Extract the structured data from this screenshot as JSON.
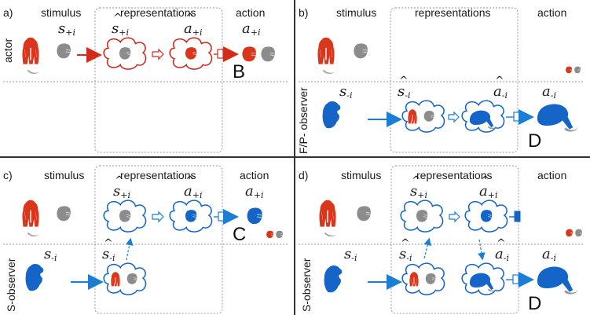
{
  "colors": {
    "actor_red": "#d9361b",
    "observer_blue": "#1565c9",
    "gray": "#8c8c8c",
    "arrow_red": "#d32a1a",
    "arrow_blue": "#1a7fd4",
    "dotted": "#9a9a9a",
    "divider": "#333333"
  },
  "column_labels": {
    "stimulus": "stimulus",
    "representations": "representations",
    "action": "action"
  },
  "row_labels": {
    "actor": "actor",
    "fp_observer": "F/P- observer",
    "s_observer": "S-observer"
  },
  "symbols": {
    "s_plus": "s",
    "s_minus": "s",
    "a_plus": "a",
    "a_minus": "a",
    "sub_plus": "+i",
    "sub_minus": "-i"
  },
  "panels": [
    {
      "id": "a",
      "tag": "a)",
      "outcome_letter": "B",
      "icons": [
        "chimp-red-icon",
        "gray-face-icon",
        "banana-icon",
        "cloud-gray-face",
        "cloud-red-face",
        "red-face-action",
        "gray-face-action"
      ]
    },
    {
      "id": "b",
      "tag": "b)",
      "outcome_letter": "D",
      "icons": [
        "chimp-red-icon",
        "gray-face-icon",
        "banana-icon",
        "chimp-blue-icon",
        "cloud-red-chimp-gray-face",
        "cloud-blue-chimp-banana",
        "blue-chimp-banana-action",
        "mini-red-gray-faces"
      ]
    },
    {
      "id": "c",
      "tag": "c)",
      "outcome_letter": "C",
      "icons": [
        "chimp-red-icon",
        "gray-face-icon",
        "banana-icon",
        "chimp-blue-icon",
        "cloud-gray-face",
        "cloud-blue-face",
        "blue-face-action",
        "cloud-red-chimp-gray-face",
        "mini-red-gray-faces"
      ]
    },
    {
      "id": "d",
      "tag": "d)",
      "outcome_letter": "D",
      "icons": [
        "chimp-red-icon",
        "gray-face-icon",
        "banana-icon",
        "chimp-blue-icon",
        "cloud-gray-face",
        "cloud-blue-face",
        "cloud-red-chimp-gray-face",
        "cloud-blue-chimp-banana",
        "blue-chimp-banana-action",
        "mini-red-gray-faces"
      ]
    }
  ]
}
